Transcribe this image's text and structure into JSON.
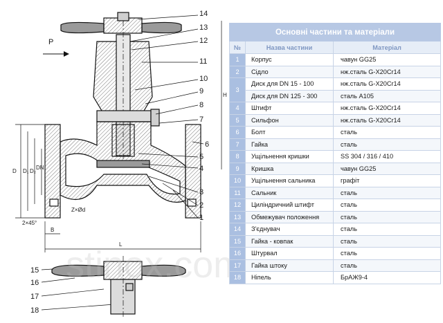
{
  "drawing": {
    "callouts": [
      "14",
      "13",
      "12",
      "11",
      "10",
      "9",
      "8",
      "7",
      "6",
      "5",
      "4",
      "3",
      "2",
      "1",
      "15",
      "16",
      "17",
      "18"
    ],
    "flow_label": "P",
    "dims": {
      "D": "D",
      "D1": "D₁",
      "D2": "D₂",
      "DN": "DN",
      "chamfer": "2×45°",
      "holes": "Z×Ød",
      "B": "B",
      "L": "L",
      "H": "H"
    }
  },
  "table": {
    "title": "Основні частини та матеріали",
    "headers": {
      "num": "№",
      "name": "Назва частини",
      "material": "Матеріал"
    },
    "rows": [
      {
        "num": "1",
        "name": "Корпус",
        "material": "чавун GG25"
      },
      {
        "num": "2",
        "name": "Сідло",
        "material": "нж.сталь G-X20Cr14"
      },
      {
        "num": "3",
        "name": "Диск для DN 15 - 100",
        "material": "нж.сталь G-X20Cr14",
        "name2": "Диск для DN 125 - 300",
        "material2": "сталь A105"
      },
      {
        "num": "4",
        "name": "Штифт",
        "material": "нж.сталь G-X20Cr14"
      },
      {
        "num": "5",
        "name": "Сильфон",
        "material": "нж.сталь G-X20Cr14"
      },
      {
        "num": "6",
        "name": "Болт",
        "material": "сталь"
      },
      {
        "num": "7",
        "name": "Гайка",
        "material": "сталь"
      },
      {
        "num": "8",
        "name": "Ущільнення кришки",
        "material": "SS 304 / 316 / 410"
      },
      {
        "num": "9",
        "name": "Кришка",
        "material": "чавун GG25"
      },
      {
        "num": "10",
        "name": "Ущільнення сальника",
        "material": "графіт"
      },
      {
        "num": "11",
        "name": "Сальник",
        "material": "сталь"
      },
      {
        "num": "12",
        "name": "Циліндричний штифт",
        "material": "сталь"
      },
      {
        "num": "13",
        "name": "Обмежувач положення",
        "material": "сталь"
      },
      {
        "num": "14",
        "name": "З'єднувач",
        "material": "сталь"
      },
      {
        "num": "15",
        "name": "Гайка - ковпак",
        "material": "сталь"
      },
      {
        "num": "16",
        "name": "Штурвал",
        "material": "сталь"
      },
      {
        "num": "17",
        "name": "Гайка штоку",
        "material": "сталь"
      },
      {
        "num": "18",
        "name": "Ніпель",
        "material": "БрАЖ9-4"
      }
    ]
  },
  "watermark": "stinox.com.ua",
  "colors": {
    "header": "#b7c8e4",
    "num_cell": "#aabfe1",
    "head_text": "#7f97c2"
  }
}
